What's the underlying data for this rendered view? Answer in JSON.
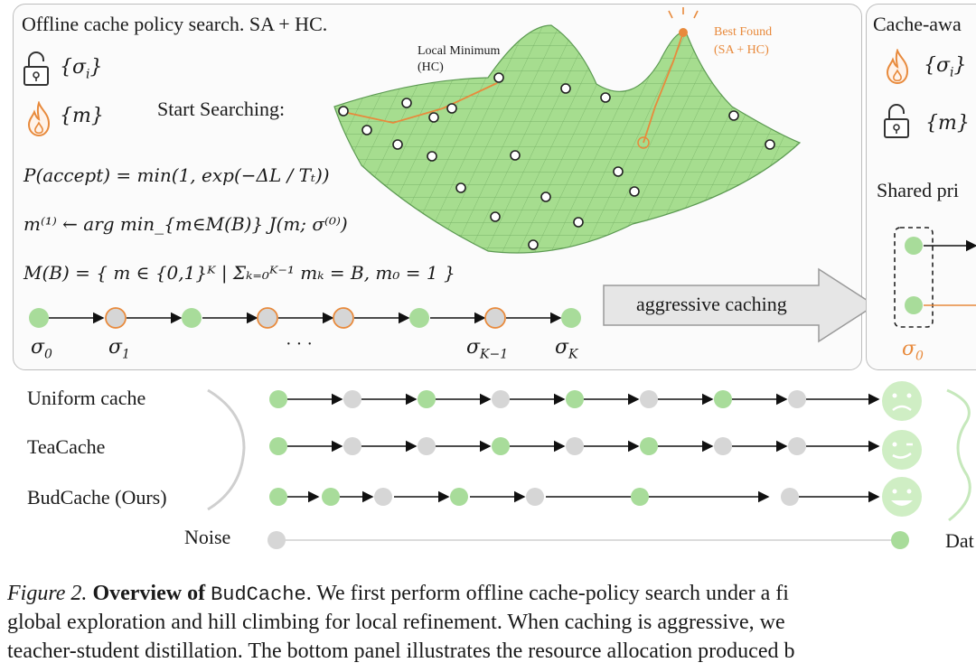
{
  "left_panel": {
    "title": "Offline cache policy search. SA + HC.",
    "frozen_params": "{σ",
    "frozen_params_sub": "i",
    "frozen_params_close": "}",
    "trainable_mask": "{m}",
    "start_label": "Start Searching:",
    "local_min_label_1": "Local Minimum",
    "local_min_label_2": "(HC)",
    "best_found_label_1": "Best Found",
    "best_found_label_2": "(SA + HC)",
    "eq_accept": "P(accept) = min(1, exp(−ΔL / Tₜ))",
    "eq_argmin": "m⁽¹⁾ ← arg min_{m∈M(B)} J(m; σ⁽⁰⁾)",
    "eq_set": "M(B) = { m ∈ {0,1}ᴷ  |  Σₖ₌₀ᴷ⁻¹ mₖ = B,  m₀ = 1 }",
    "sigma_0": "σ",
    "sigma_0_sub": "0",
    "sigma_1": "σ",
    "sigma_1_sub": "1",
    "dots": "· · ·",
    "sigma_k1": "σ",
    "sigma_k1_sub": "K−1",
    "sigma_k": "σ",
    "sigma_k_sub": "K"
  },
  "arrow_label": "aggressive caching",
  "right_panel": {
    "title": "Cache-awa",
    "trainable_params": "{σ",
    "trainable_params_sub": "i",
    "trainable_params_close": "}",
    "frozen_mask": "{m}",
    "shared_label": "Shared pri",
    "sigma_0": "σ",
    "sigma_0_sub": "0"
  },
  "bottom": {
    "rows": [
      {
        "label": "Uniform cache",
        "pattern": [
          "g",
          "n",
          "g",
          "n",
          "g",
          "n",
          "g",
          "n"
        ],
        "face": "sad"
      },
      {
        "label": "TeaCache",
        "pattern": [
          "g",
          "n",
          "n",
          "g",
          "n",
          "g",
          "n",
          "n"
        ],
        "face": "wink"
      },
      {
        "label": "BudCache (Ours)",
        "pattern": [
          "g",
          "g",
          "n",
          "g",
          "n",
          "g",
          "n"
        ],
        "face": "happy"
      }
    ],
    "noise_label": "Noise",
    "data_label": "Dat"
  },
  "caption": {
    "lead": "Figure 2.",
    "bold": "Overview of",
    "name": "BudCache",
    "line1_rest": ". We first perform offline cache-policy search under a fi",
    "line2": "global exploration and hill climbing for local refinement. When caching is aggressive, we",
    "line3": "teacher-student distillation. The bottom panel illustrates the resource allocation produced b"
  },
  "colors": {
    "green": "#a8dc9a",
    "green_stroke": "#8dc97d",
    "orange": "#e88a3c",
    "gray_node": "#d6d6d6",
    "surface": "#9fdc8a"
  }
}
